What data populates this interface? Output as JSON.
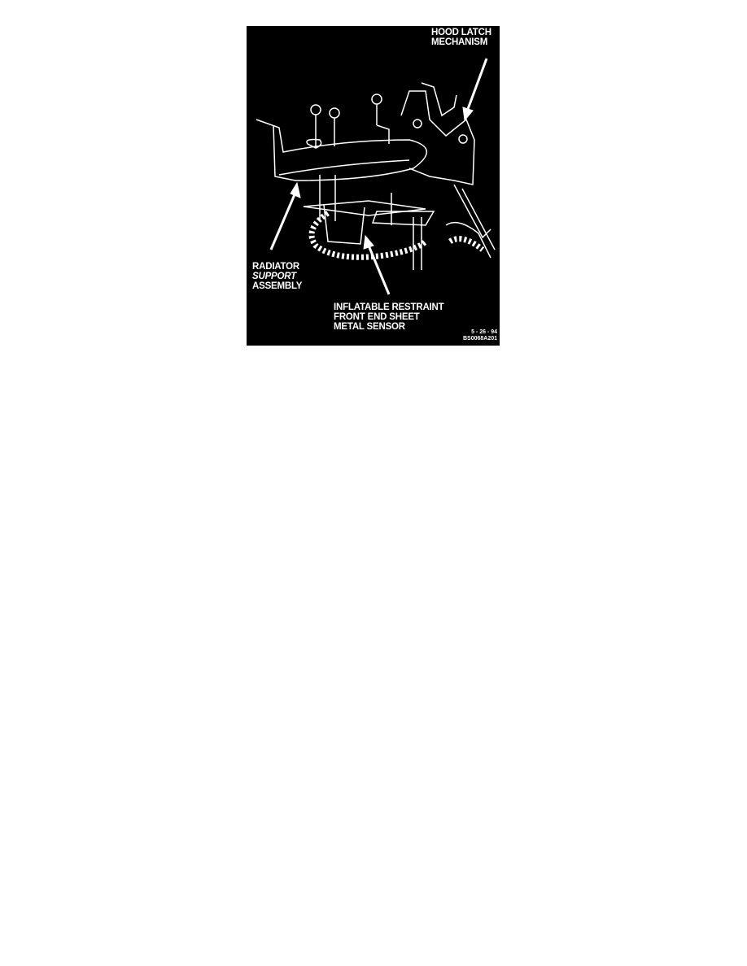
{
  "figure": {
    "labels": {
      "hood_latch": [
        "HOOD LATCH",
        "MECHANISM"
      ],
      "radiator_support": [
        "RADIATOR",
        "SUPPORT",
        "ASSEMBLY"
      ],
      "sensor": [
        "INFLATABLE RESTRAINT",
        "FRONT END SHEET",
        "METAL SENSOR"
      ]
    },
    "date_code": "5 - 26 - 94",
    "figure_id": "BS0068A201",
    "colors": {
      "background": "#000000",
      "lines": "#ffffff"
    }
  }
}
